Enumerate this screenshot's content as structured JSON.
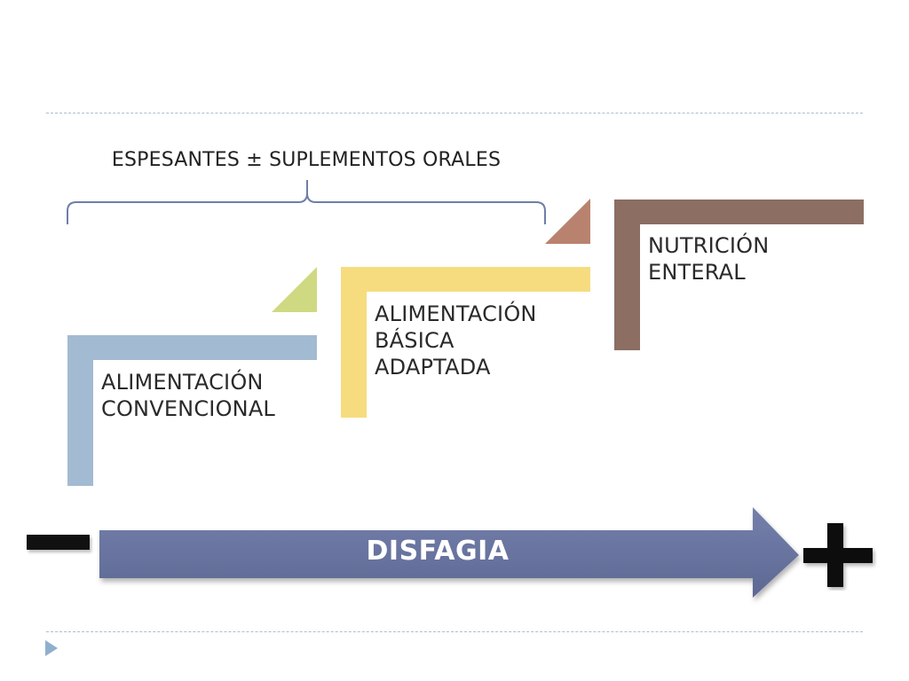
{
  "brace_label": "ESPESANTES ± SUPLEMENTOS ORALES",
  "steps": [
    {
      "lines": [
        "ALIMENTACIÓN",
        "CONVENCIONAL"
      ],
      "color": "#a2bbd2",
      "accent_color": "#cfd982"
    },
    {
      "lines": [
        "ALIMENTACIÓN",
        "BÁSICA",
        "ADAPTADA"
      ],
      "color": "#f6dc7f",
      "accent_color": "#b9826f"
    },
    {
      "lines": [
        "NUTRICIÓN",
        "ENTERAL"
      ],
      "color": "#8c6e62"
    }
  ],
  "arrow": {
    "label": "DISFAGIA",
    "color": "#66719c",
    "start_symbol": "minus",
    "end_symbol": "plus"
  },
  "icons": {
    "minus": "minus-icon",
    "plus": "plus-icon",
    "slide_nav": "play-triangle-icon"
  }
}
